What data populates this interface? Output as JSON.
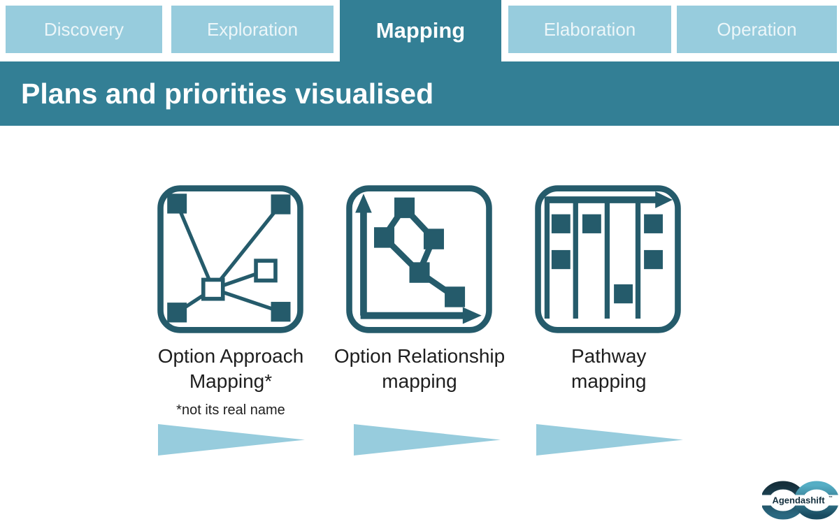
{
  "title": "Plans and priorities visualised",
  "phases": [
    {
      "label": "Discovery",
      "active": false
    },
    {
      "label": "Exploration",
      "active": false
    },
    {
      "label": "Mapping",
      "active": true
    },
    {
      "label": "Elaboration",
      "active": false
    },
    {
      "label": "Operation",
      "active": false
    }
  ],
  "items": [
    {
      "icon": "network-nodes-icon",
      "line1": "Option Approach",
      "line2": "Mapping*",
      "footnote": "*not its real name"
    },
    {
      "icon": "axes-relationship-graph-icon",
      "line1": "Option Relationship",
      "line2": "mapping"
    },
    {
      "icon": "kanban-timeline-icon",
      "line1": "Pathway",
      "line2": "mapping"
    }
  ],
  "logo": {
    "text": "Agendashift",
    "tm": "™"
  },
  "colors": {
    "teal": "#337F95",
    "light_blue": "#97CCDD",
    "icon_stroke": "#255B6B",
    "label_text": "#1E1E1E"
  }
}
